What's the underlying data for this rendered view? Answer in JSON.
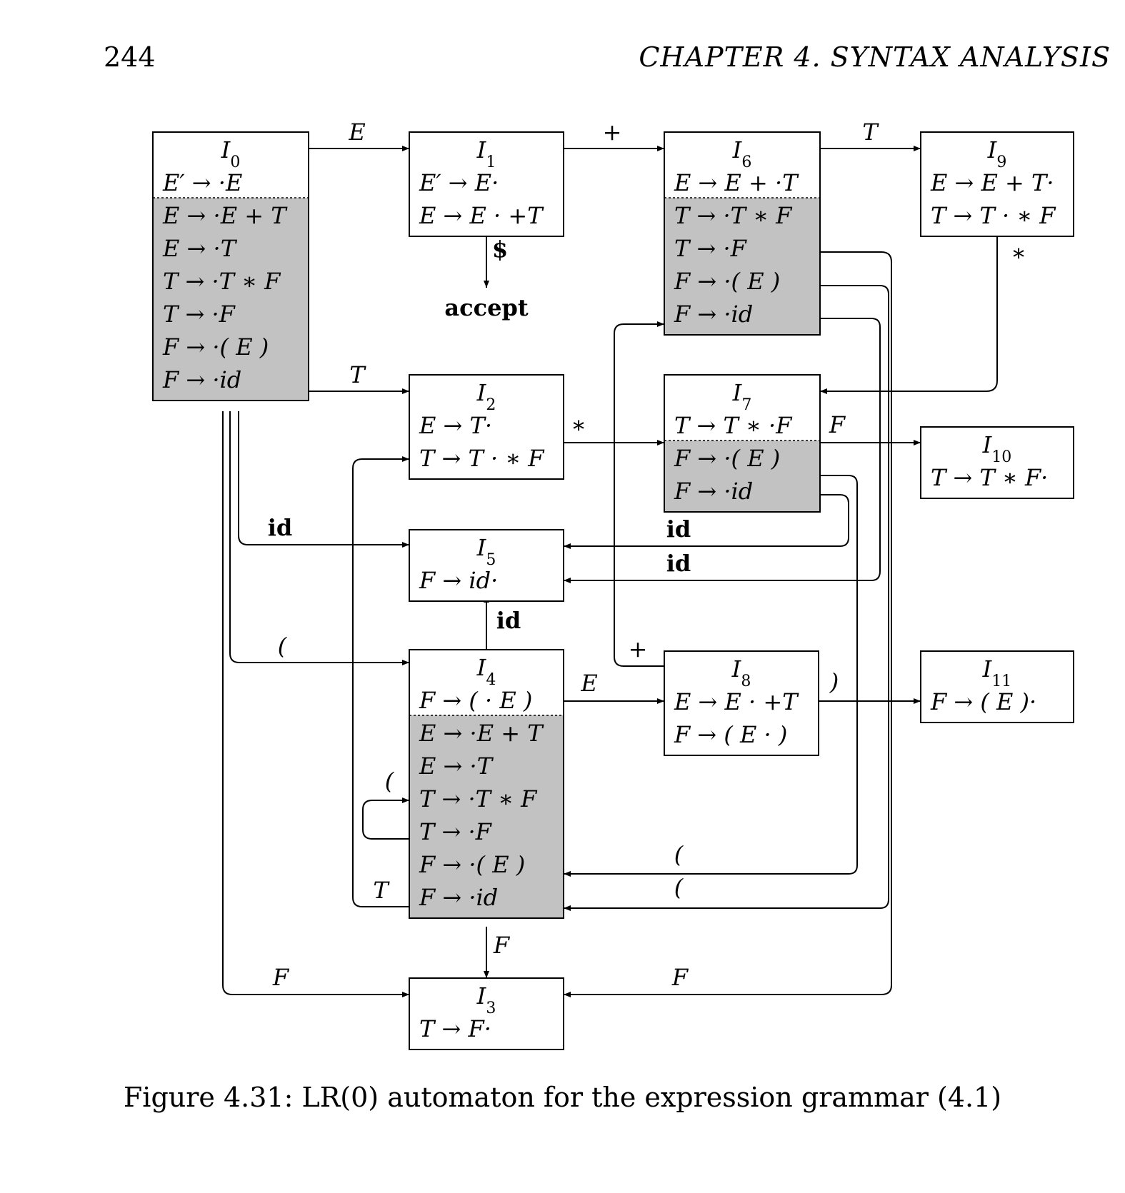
{
  "header": {
    "page_number": "244",
    "chapter": "CHAPTER 4.  SYNTAX ANALYSIS"
  },
  "caption": "Figure 4.31: LR(0) automaton for the expression grammar (4.1)",
  "accept_label": "accept",
  "states": [
    {
      "id": "I0",
      "title": "I0",
      "kernel": [
        "E′ → ·E"
      ],
      "closure": [
        "E → ·E + T",
        "E → ·T",
        "T → ·T ∗ F",
        "T → ·F",
        "F → ·( E )",
        "F → ·id"
      ]
    },
    {
      "id": "I1",
      "title": "I1",
      "kernel": [
        "E′ → E·",
        "E → E · +T"
      ],
      "closure": []
    },
    {
      "id": "I2",
      "title": "I2",
      "kernel": [
        "E → T·",
        "T → T · ∗ F"
      ],
      "closure": []
    },
    {
      "id": "I3",
      "title": "I3",
      "kernel": [
        "T → F·"
      ],
      "closure": []
    },
    {
      "id": "I4",
      "title": "I4",
      "kernel": [
        "F → ( · E )"
      ],
      "closure": [
        "E → ·E + T",
        "E → ·T",
        "T → ·T ∗ F",
        "T → ·F",
        "F → ·( E )",
        "F → ·id"
      ]
    },
    {
      "id": "I5",
      "title": "I5",
      "kernel": [
        "F → id·"
      ],
      "closure": []
    },
    {
      "id": "I6",
      "title": "I6",
      "kernel": [
        "E → E + ·T"
      ],
      "closure": [
        "T → ·T ∗ F",
        "T → ·F",
        "F → ·( E )",
        "F → ·id"
      ]
    },
    {
      "id": "I7",
      "title": "I7",
      "kernel": [
        "T → T ∗ ·F"
      ],
      "closure": [
        "F → ·( E )",
        "F → ·id"
      ]
    },
    {
      "id": "I8",
      "title": "I8",
      "kernel": [
        "E → E · +T",
        "F → ( E · )"
      ],
      "closure": []
    },
    {
      "id": "I9",
      "title": "I9",
      "kernel": [
        "E → E + T·",
        "T → T · ∗ F"
      ],
      "closure": []
    },
    {
      "id": "I10",
      "title": "I10",
      "kernel": [
        "T → T ∗ F·"
      ],
      "closure": []
    },
    {
      "id": "I11",
      "title": "I11",
      "kernel": [
        "F → ( E )·"
      ],
      "closure": []
    }
  ],
  "transitions": [
    {
      "from": "I0",
      "to": "I1",
      "symbol": "E"
    },
    {
      "from": "I0",
      "to": "I2",
      "symbol": "T"
    },
    {
      "from": "I0",
      "to": "I3",
      "symbol": "F"
    },
    {
      "from": "I0",
      "to": "I4",
      "symbol": "("
    },
    {
      "from": "I0",
      "to": "I5",
      "symbol": "id"
    },
    {
      "from": "I1",
      "to": "I6",
      "symbol": "+"
    },
    {
      "from": "I1",
      "to": "accept",
      "symbol": "$"
    },
    {
      "from": "I2",
      "to": "I7",
      "symbol": "∗"
    },
    {
      "from": "I4",
      "to": "I8",
      "symbol": "E"
    },
    {
      "from": "I4",
      "to": "I2",
      "symbol": "T"
    },
    {
      "from": "I4",
      "to": "I3",
      "symbol": "F"
    },
    {
      "from": "I4",
      "to": "I4",
      "symbol": "("
    },
    {
      "from": "I4",
      "to": "I5",
      "symbol": "id"
    },
    {
      "from": "I6",
      "to": "I9",
      "symbol": "T"
    },
    {
      "from": "I6",
      "to": "I3",
      "symbol": "F"
    },
    {
      "from": "I6",
      "to": "I4",
      "symbol": "("
    },
    {
      "from": "I6",
      "to": "I5",
      "symbol": "id"
    },
    {
      "from": "I7",
      "to": "I10",
      "symbol": "F"
    },
    {
      "from": "I7",
      "to": "I4",
      "symbol": "("
    },
    {
      "from": "I7",
      "to": "I5",
      "symbol": "id"
    },
    {
      "from": "I8",
      "to": "I11",
      "symbol": ")"
    },
    {
      "from": "I8",
      "to": "I6",
      "symbol": "+"
    },
    {
      "from": "I9",
      "to": "I7",
      "symbol": "∗"
    }
  ]
}
